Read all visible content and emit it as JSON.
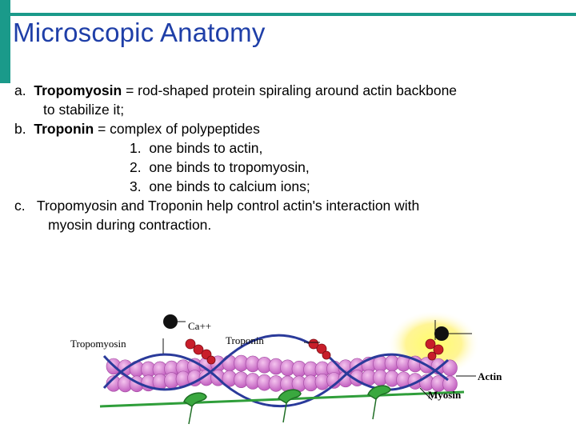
{
  "slide": {
    "title": "Microscopic Anatomy",
    "accent_color": "#1a9a8a",
    "title_color": "#1f3fa8"
  },
  "bullets": {
    "a_marker": "a.",
    "a_term": "Tropomyosin",
    "a_text": " = rod-shaped protein spiraling around actin backbone",
    "a_text2": "to stabilize it;",
    "b_marker": "b.",
    "b_term": "Troponin",
    "b_text": " = complex of polypeptides",
    "b_sub": [
      "1.  one binds to actin,",
      "2.  one binds to tropomyosin,",
      "3.  one binds to calcium ions;"
    ],
    "c_marker": "c.",
    "c_text": "Tropomyosin and Troponin help control actin's interaction with",
    "c_text2": "myosin during contraction."
  },
  "figure": {
    "label_ca": "Ca++",
    "label_tropomyosin": "Tropomyosin",
    "label_troponin": "Troponin",
    "label_actin": "Actin",
    "label_myosin": "Myosin"
  }
}
